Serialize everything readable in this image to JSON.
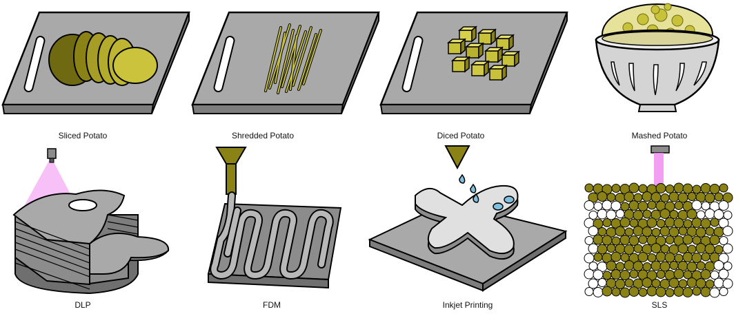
{
  "captions": {
    "sliced": "Sliced Potato",
    "shredded": "Shredded Potato",
    "diced": "Diced Potato",
    "mashed": "Mashed Potato",
    "dlp": "DLP",
    "fdm": "FDM",
    "inkjet": "Inkjet Printing",
    "sls": "SLS"
  },
  "colors": {
    "board": "#a9a9a9",
    "potato": "#c8c23a",
    "potato_dark": "#8b8215",
    "laser": "#f08ef0",
    "layer": "#8c8c8c",
    "filament": "#b8b8b8",
    "nozzle": "#8b8215"
  }
}
